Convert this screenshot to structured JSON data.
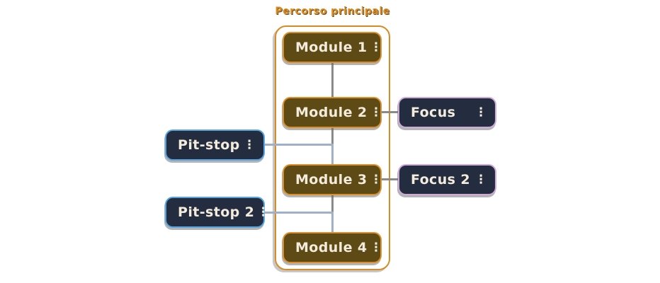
{
  "group": {
    "label": "Percorso principale"
  },
  "nodes": {
    "module1": {
      "label": "Module 1"
    },
    "module2": {
      "label": "Module 2"
    },
    "module3": {
      "label": "Module 3"
    },
    "module4": {
      "label": "Module 4"
    },
    "focus": {
      "label": "Focus"
    },
    "focus2": {
      "label": "Focus 2"
    },
    "pitstop": {
      "label": "Pit-stop"
    },
    "pitstop2": {
      "label": "Pit-stop 2"
    }
  },
  "icons": {
    "kebab_menu": "⋮"
  },
  "colors": {
    "background": "#ffffff",
    "group_border": "#d98a20",
    "group_label_text": "#dd8a1f",
    "module_bg": "#5e4a15",
    "module_border": "#dd8f2b",
    "focus_bg": "#242d3f",
    "focus_border": "#cfa9da",
    "pitstop_bg": "#242d3f",
    "pitstop_border": "#56a5e2",
    "node_text": "#f3ecdd",
    "edge": "#8a8a8a",
    "edge_alt": "#9fb0c8"
  }
}
